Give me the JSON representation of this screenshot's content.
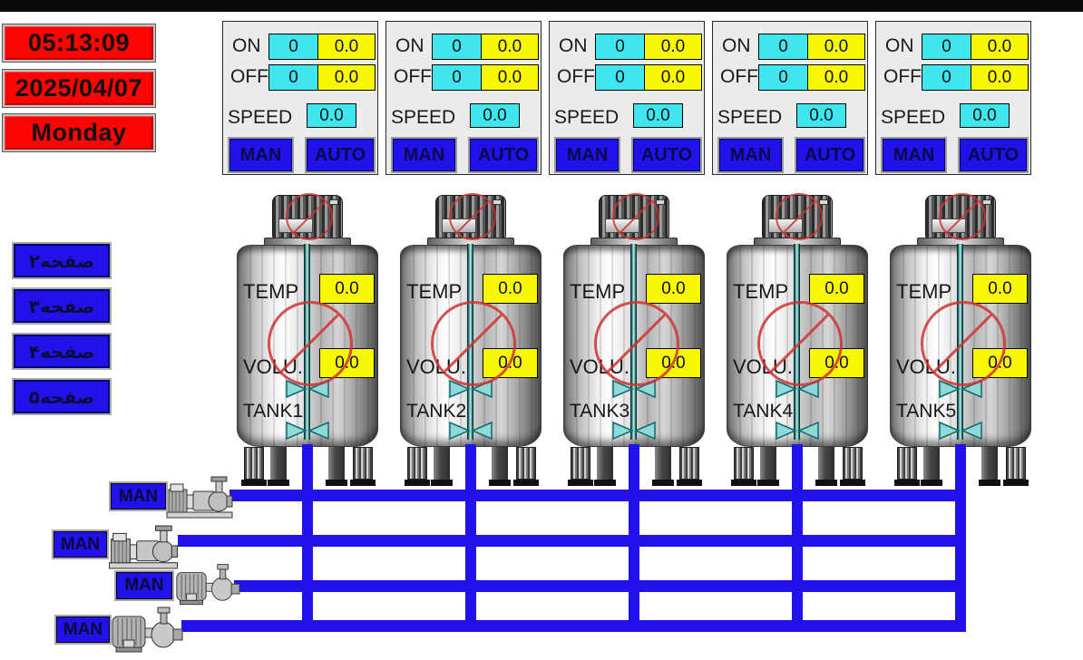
{
  "clock": {
    "time": "05:13:09",
    "date": "2025/04/07",
    "day": "Monday"
  },
  "nav": {
    "page2": "صفحه۲",
    "page3": "صفحه۳",
    "page4": "صفحه۴",
    "page5": "صفحه۵"
  },
  "panels": [
    {
      "on_label": "ON",
      "on_count": "0",
      "on_time": "0.0",
      "off_label": "OFF",
      "off_count": "0",
      "off_time": "0.0",
      "speed_label": "SPEED",
      "speed_value": "0.0",
      "man_label": "MAN",
      "auto_label": "AUTO"
    },
    {
      "on_label": "ON",
      "on_count": "0",
      "on_time": "0.0",
      "off_label": "OFF",
      "off_count": "0",
      "off_time": "0.0",
      "speed_label": "SPEED",
      "speed_value": "0.0",
      "man_label": "MAN",
      "auto_label": "AUTO"
    },
    {
      "on_label": "ON",
      "on_count": "0",
      "on_time": "0.0",
      "off_label": "OFF",
      "off_count": "0",
      "off_time": "0.0",
      "speed_label": "SPEED",
      "speed_value": "0.0",
      "man_label": "MAN",
      "auto_label": "AUTO"
    },
    {
      "on_label": "ON",
      "on_count": "0",
      "on_time": "0.0",
      "off_label": "OFF",
      "off_count": "0",
      "off_time": "0.0",
      "speed_label": "SPEED",
      "speed_value": "0.0",
      "man_label": "MAN",
      "auto_label": "AUTO"
    },
    {
      "on_label": "ON",
      "on_count": "0",
      "on_time": "0.0",
      "off_label": "OFF",
      "off_count": "0",
      "off_time": "0.0",
      "speed_label": "SPEED",
      "speed_value": "0.0",
      "man_label": "MAN",
      "auto_label": "AUTO"
    }
  ],
  "tanks": [
    {
      "name": "TANK1",
      "temp_label": "TEMP",
      "temp_value": "0.0",
      "volume_label": "VOLU.",
      "volume_value": "0.0"
    },
    {
      "name": "TANK2",
      "temp_label": "TEMP",
      "temp_value": "0.0",
      "volume_label": "VOLU.",
      "volume_value": "0.0"
    },
    {
      "name": "TANK3",
      "temp_label": "TEMP",
      "temp_value": "0.0",
      "volume_label": "VOLU.",
      "volume_value": "0.0"
    },
    {
      "name": "TANK4",
      "temp_label": "TEMP",
      "temp_value": "0.0",
      "volume_label": "VOLU.",
      "volume_value": "0.0"
    },
    {
      "name": "TANK5",
      "temp_label": "TEMP",
      "temp_value": "0.0",
      "volume_label": "VOLU.",
      "volume_value": "0.0"
    }
  ],
  "pumps": [
    {
      "man_label": "MAN"
    },
    {
      "man_label": "MAN"
    },
    {
      "man_label": "MAN"
    },
    {
      "man_label": "MAN"
    }
  ],
  "colors": {
    "alarm_red": "#fb0505",
    "value_cyan": "#3fe6ee",
    "value_yellow": "#f8f800",
    "hmi_blue": "#2012e8",
    "pipe_blue": "#2012e8"
  }
}
